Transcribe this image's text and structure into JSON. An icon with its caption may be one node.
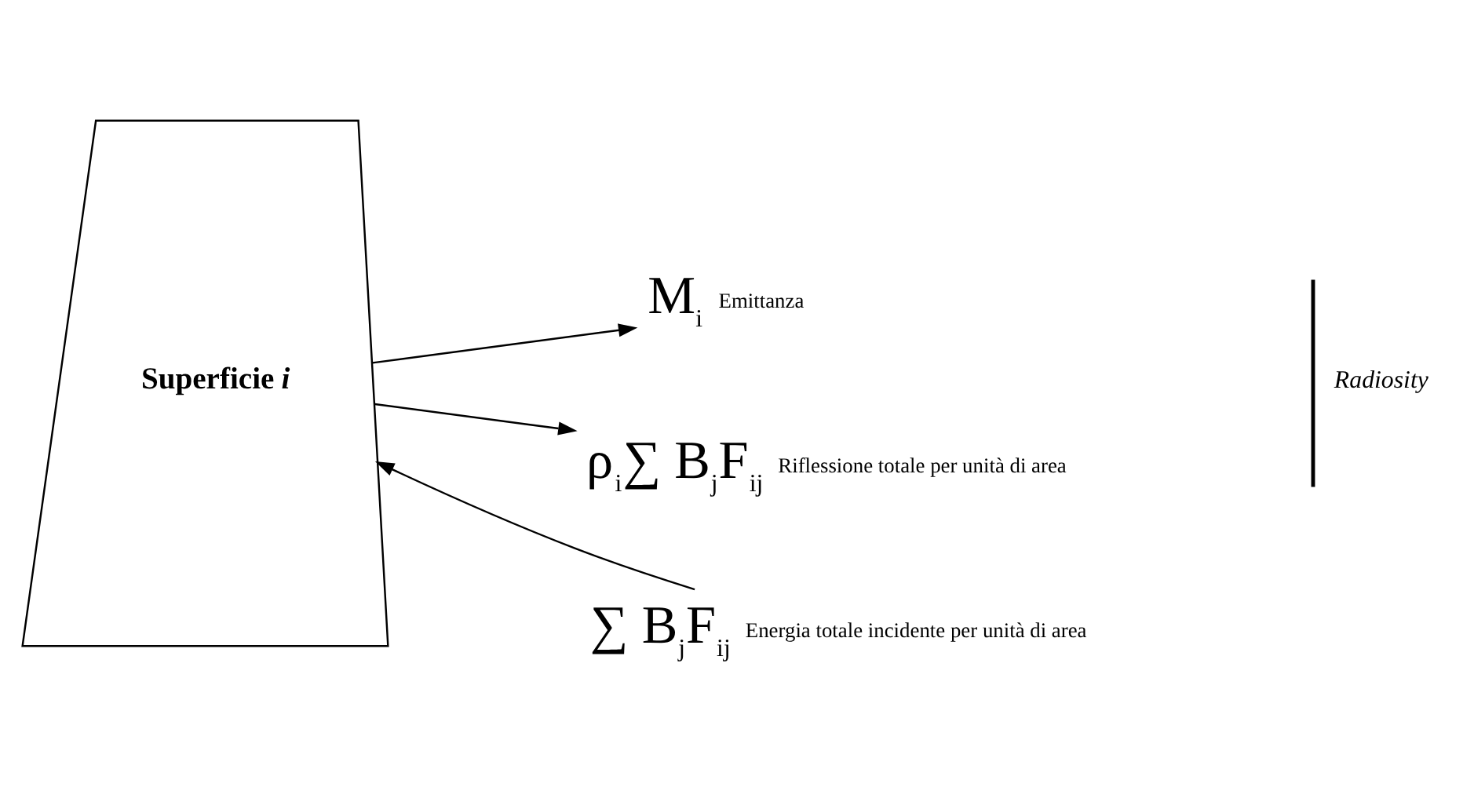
{
  "diagram": {
    "nodes": [
      {
        "text": [
          "Superficie *i*"
        ]
      },
      {
        "text": [
          "∑ B$_{j}$F$_{ij}$"
        ],
        "beside": [
          "Energia totale incidente per unità di area"
        ]
      },
      {
        "text": [
          "M$_{i}$"
        ],
        "beside": [
          "Emittanza"
        ]
      },
      {
        "text": [
          "ρ$_{i}$∑ B$_{j}$F$_{ij}$"
        ],
        "beside": [
          "Riflessione totale per unità di area"
        ]
      }
    ],
    "edges": [
      {
        "from": 1,
        "to": 0,
        "arrow": "to"
      },
      {
        "from": 0,
        "to": 2,
        "arrow": "to"
      },
      {
        "from": 0,
        "to": 3,
        "arrow": "to"
      }
    ],
    "labels": [
      "Radiosity"
    ]
  }
}
